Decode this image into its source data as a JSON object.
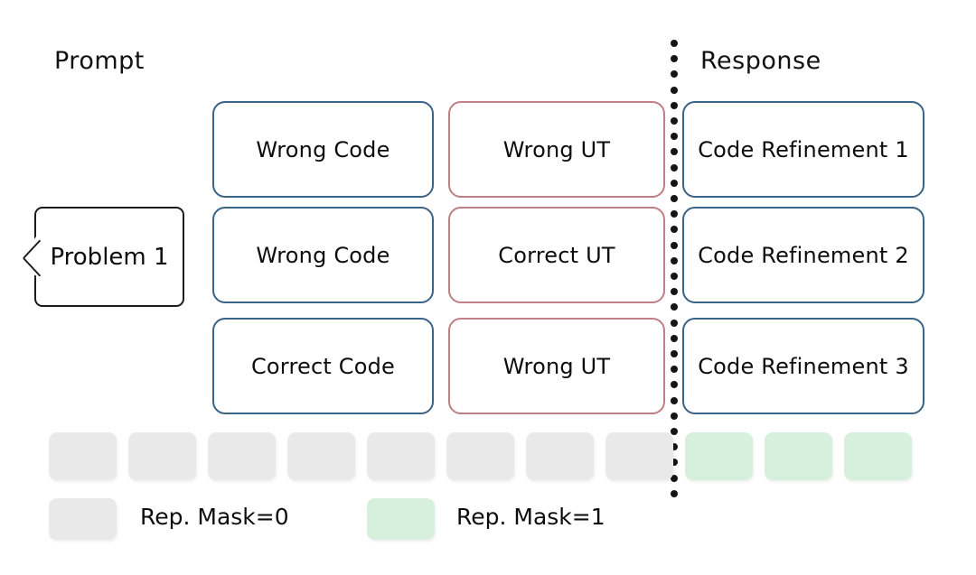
{
  "headers": {
    "prompt": "Prompt",
    "response": "Response"
  },
  "problem": {
    "label": "Problem 1"
  },
  "rows": [
    {
      "code": "Wrong Code",
      "ut": "Wrong UT",
      "response": "Code Refinement 1"
    },
    {
      "code": "Wrong Code",
      "ut": "Correct UT",
      "response": "Code Refinement 2"
    },
    {
      "code": "Correct Code",
      "ut": "Wrong UT",
      "response": "Code Refinement 3"
    }
  ],
  "mask_strip": {
    "values": [
      0,
      0,
      0,
      0,
      0,
      0,
      0,
      0,
      1,
      1,
      1
    ],
    "positions": [
      54,
      142,
      230,
      318,
      406,
      494,
      582,
      670,
      758,
      846,
      934
    ],
    "count_mask0": 8,
    "count_mask1": 3
  },
  "legend": [
    {
      "label": "Rep. Mask=0",
      "value": 0,
      "color": "#e9e9e9"
    },
    {
      "label": "Rep. Mask=1",
      "value": 1,
      "color": "#d6f0dd"
    }
  ],
  "colors": {
    "code_border": "#3a6486",
    "ut_border": "#bf7f86",
    "response_border": "#3a6486",
    "problem_border": "#1c1c1c",
    "mask0": "#e9e9e9",
    "mask1": "#d6f0dd",
    "divider_dot": "#151515",
    "background": "#ffffff"
  },
  "divider": {
    "name": "prompt-response-separator",
    "style": "dotted-vertical",
    "dot_count": 30
  }
}
